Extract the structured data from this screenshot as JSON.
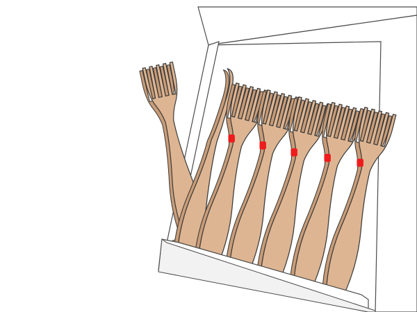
{
  "scene": {
    "subject": "wooden-cutlery-in-open-box",
    "colors": {
      "background": "#ffffff",
      "box_fill": "#ffffff",
      "box_stroke": "#4a4a4a",
      "wood": "#deb592",
      "wood_shade": "#c99c77",
      "outline": "#3a3a3a",
      "band": "#ee1c1c"
    },
    "items": [
      {
        "kind": "fork"
      },
      {
        "kind": "knife"
      },
      {
        "kind": "fork",
        "banded": true
      },
      {
        "kind": "fork",
        "banded": true
      },
      {
        "kind": "fork",
        "banded": true
      },
      {
        "kind": "fork",
        "banded": true
      },
      {
        "kind": "fork",
        "banded": true
      }
    ]
  }
}
